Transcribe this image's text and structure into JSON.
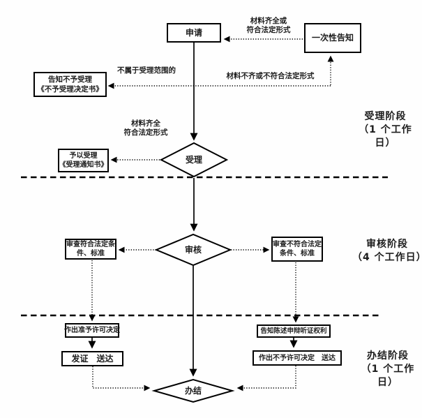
{
  "flowchart": {
    "colors": {
      "line": "#000000",
      "text": "#1c1c1c",
      "background": "#fefefe"
    },
    "boxes": {
      "apply": "申请",
      "one_time_notice": "一次性告知",
      "reject_line1": "告知不予受理",
      "reject_line2": "《不予受理决定书》",
      "accept_line1": "予以受理",
      "accept_line2": "《受理通知书》",
      "review_pass_line1": "审查符合法定条",
      "review_pass_line2": "件、标准",
      "review_fail_line1": "审查不符合法定",
      "review_fail_line2": "条件、标准",
      "grant_decision": "作出准予许可决定",
      "issue_deliver": "发证　送达",
      "notify_rights": "告知陈述申辩听证权利",
      "deny_deliver": "作出不予许可决定　送达"
    },
    "diamonds": {
      "accept": "受理",
      "review": "审核",
      "close": "办结"
    },
    "edge_labels": {
      "complete_or_legal_line1": "材料齐全或",
      "complete_or_legal_line2": "符合法定形式",
      "not_in_scope": "不属于受理范围的",
      "incomplete_or_illegal": "材料不齐或不符合法定形式",
      "complete_line1": "材料齐全",
      "complete_line2": "符合法定形式"
    },
    "stages": {
      "stage1_line1": "受理阶段",
      "stage1_line2": "（1 个工作",
      "stage1_line3": "日）",
      "stage2_line1": "审核阶段",
      "stage2_line2": "（4 个工作日）",
      "stage3_line1": "办结阶段",
      "stage3_line2": "（1 个工作",
      "stage3_line3": "日）"
    }
  }
}
